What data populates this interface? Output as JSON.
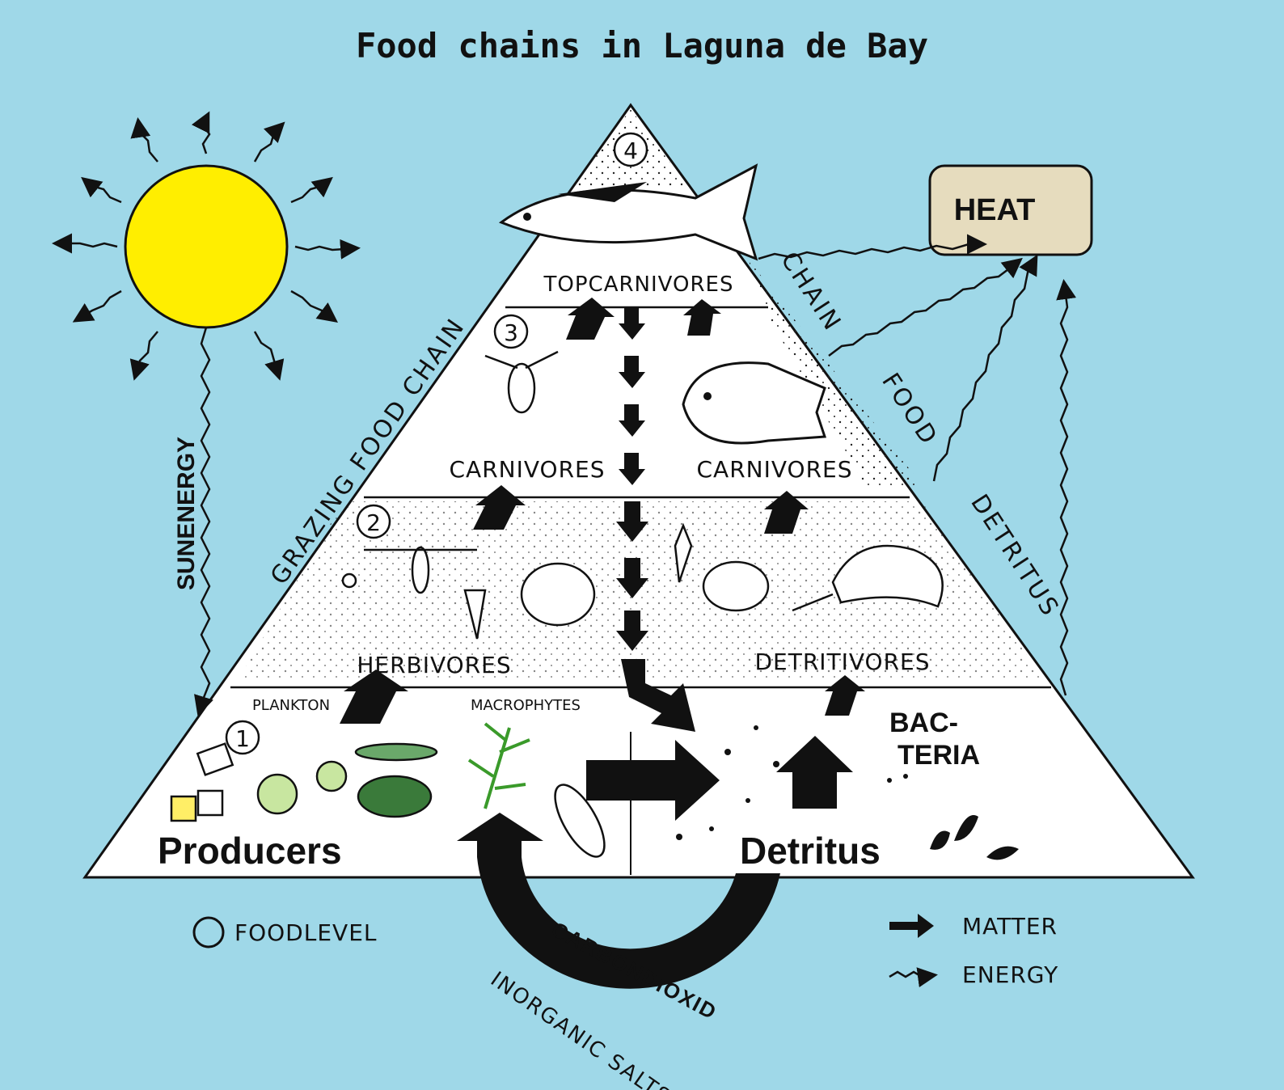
{
  "title": "Food chains in Laguna de Bay",
  "labels": {
    "sun_energy": "SUNENERGY",
    "heat": "HEAT",
    "grazing_chain": "GRAZING FOOD CHAIN",
    "detritus_chain_a": "DETRITUS",
    "detritus_chain_b": "FOOD",
    "detritus_chain_c": "CHAIN",
    "top_carnivores": "TOPCARNIVORES",
    "carnivores_left": "CARNIVORES",
    "carnivores_right": "CARNIVORES",
    "herbivores": "HERBIVORES",
    "detritivores": "DETRITIVORES",
    "plankton": "PLANKTON",
    "macrophytes": "MACROPHYTES",
    "bacteria_1": "BAC-",
    "bacteria_2": "TERIA",
    "producers": "Producers",
    "detritus": "Detritus",
    "carbondioxid": "CARBONDIOXID",
    "inorganic_salts": "INORGANIC SALTS"
  },
  "levels": [
    "1",
    "2",
    "3",
    "4"
  ],
  "legend": {
    "foodlevel": "FOODLEVEL",
    "matter": "MATTER",
    "energy": "ENERGY"
  },
  "colors": {
    "background": "#9fd8e8",
    "sun": "#ffee00",
    "heat_box": "#e6dcbe",
    "pyramid": "#ffffff",
    "ink": "#111111"
  }
}
